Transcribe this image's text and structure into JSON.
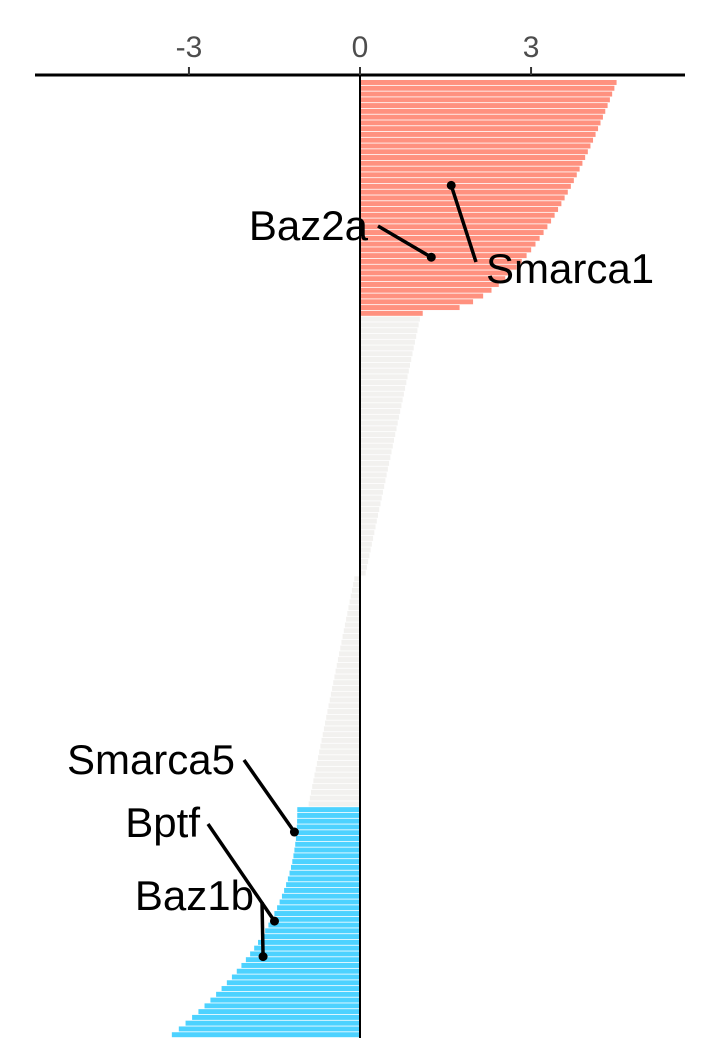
{
  "chart_data": {
    "type": "bar",
    "orientation": "horizontal",
    "xlim": [
      -5.7,
      5.7
    ],
    "x_ticks": [
      {
        "value": -3,
        "label": "-3"
      },
      {
        "value": 0,
        "label": "0"
      },
      {
        "value": 3,
        "label": "3"
      }
    ],
    "axis_position": "top",
    "grid": false,
    "legend": "none",
    "colors": {
      "up": "#ff917f",
      "neutral": "#f2f1ef",
      "down": "#4dd2ff",
      "axis": "#000000",
      "label_line": "#000000"
    },
    "groups": [
      {
        "category": "up",
        "count": 41,
        "max": 4.5,
        "min": 1.1
      },
      {
        "category": "neutral",
        "count": 45,
        "max": 1.05,
        "min": 0.1
      },
      {
        "category": "neutral",
        "count": 40,
        "max": -0.1,
        "min": -0.9
      },
      {
        "category": "down",
        "count": 40,
        "max": -1.1,
        "min": -3.3
      }
    ],
    "labels": [
      {
        "text": "Smarca1",
        "value": 1.6,
        "row_fraction": 0.11
      },
      {
        "text": "Baz2a",
        "value": 1.25,
        "row_fraction": 0.185
      },
      {
        "text": "Smarca5",
        "value": -1.15,
        "row_fraction": 0.785
      },
      {
        "text": "Bptf",
        "value": -1.5,
        "row_fraction": 0.878
      },
      {
        "text": "Baz1b",
        "value": -1.7,
        "row_fraction": 0.915
      }
    ]
  }
}
